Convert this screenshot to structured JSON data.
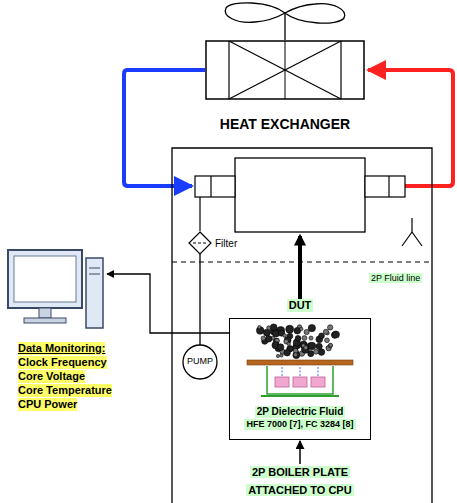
{
  "diagram": {
    "nodes": [
      {
        "text": [
          "HEAT EXCHANGER"
        ]
      },
      {
        "text": [
          "Data Monitoring:",
          "Clock Frequency",
          "Core Voltage",
          "Core Temperature",
          "CPU Power"
        ]
      },
      {
        "text": [
          "Filter"
        ]
      },
      {
        "text": [
          "PUMP"
        ]
      },
      {
        "text": [
          "DUT",
          "2P Dielectric Fluid",
          "HFE 7000 [7], FC 3284 [8]"
        ]
      }
    ],
    "edges": [
      {
        "from": 4,
        "to": 1,
        "arrow": "to"
      },
      {
        "from": 3,
        "to": 2,
        "arrow": "none"
      }
    ],
    "labels": [
      "2P Fluid line",
      "2P BOILER PLATE ATTACHED TO CPU"
    ]
  }
}
